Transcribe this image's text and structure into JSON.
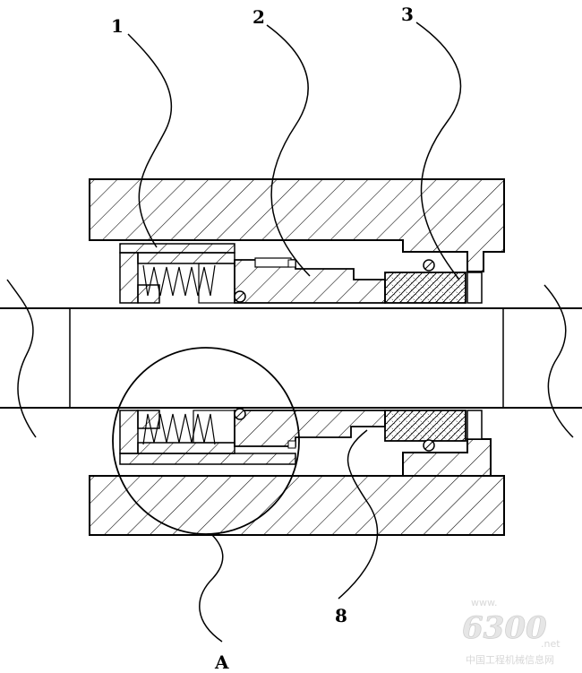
{
  "callouts": {
    "part_1": "1",
    "part_2": "2",
    "part_3": "3",
    "part_8": "8",
    "detail_A": "A"
  },
  "watermark": {
    "prefix": "www.",
    "number": "6300",
    "suffix": ".net",
    "caption": "中国工程机械信息网"
  }
}
